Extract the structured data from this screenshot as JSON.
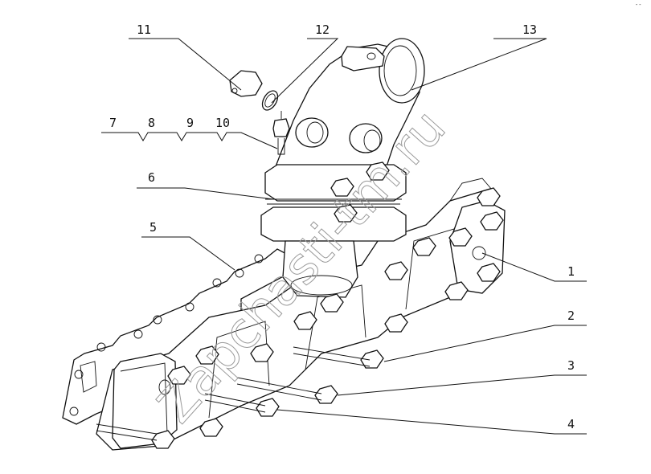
{
  "watermark": "Zapchasti-tm.ru",
  "callouts": [
    "1",
    "2",
    "3",
    "4",
    "5",
    "6",
    "7",
    "8",
    "9",
    "10",
    "11",
    "12",
    "13"
  ],
  "corner_mark": "--"
}
